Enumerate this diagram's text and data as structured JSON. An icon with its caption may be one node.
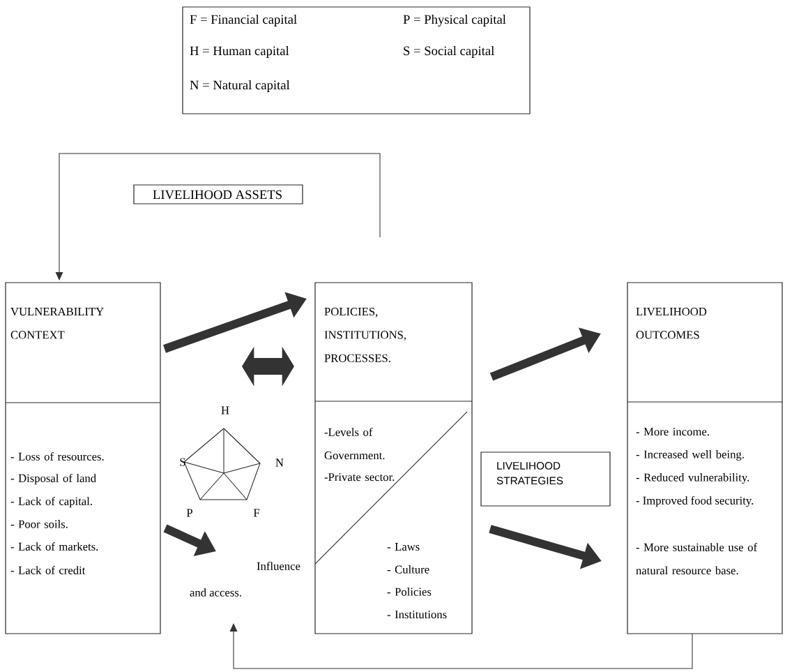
{
  "diagram": {
    "nodes": [
      {
        "text": [
          "F = Financial capital",
          "P = Physical capital",
          "H = Human capital",
          "S = Social capital",
          "N = Natural capital"
        ]
      },
      {
        "text": [
          "LIVELIHOOD ASSETS"
        ]
      },
      {
        "text": [
          "VULNERABILITY CONTEXT",
          "- Loss of resources.",
          "- Disposal of land",
          "- Lack of capital.",
          "- Poor soils.",
          "- Lack of markets.",
          "- Lack of credit"
        ]
      },
      {
        "text": [],
        "shape": "pentagon",
        "beside": [
          "H",
          "S",
          "N",
          "P",
          "F"
        ]
      },
      {
        "text": [
          "POLICIES, INSTITUTIONS, PROCESSES.",
          "-Levels of Government.",
          "-Private sector.",
          "- Laws",
          "- Culture",
          "- Policies",
          "- Institutions"
        ]
      },
      {
        "text": [
          "Influence",
          "and access."
        ]
      },
      {
        "text": [
          "LIVELIHOOD STRATEGIES"
        ]
      },
      {
        "text": [
          "LIVELIHOOD OUTCOMES",
          "- More income.",
          "- Increased well being.",
          "- Reduced vulnerability.",
          "- Improved food security.",
          "- More sustainable use of natural resource base."
        ]
      }
    ],
    "edges": [
      {
        "from": 2,
        "to": 4,
        "arrow": "to"
      },
      {
        "from": 3,
        "to": 4,
        "arrow": "both",
        "style": "thick"
      },
      {
        "from": 2,
        "to": 5,
        "arrow": "to"
      },
      {
        "from": 4,
        "to": 7,
        "arrow": "to"
      },
      {
        "from": 4,
        "to": 7,
        "arrow": "to"
      },
      {
        "from": 7,
        "to": 5,
        "arrow": "to"
      },
      {
        "from": 4,
        "to": 2,
        "arrow": "to"
      }
    ]
  }
}
